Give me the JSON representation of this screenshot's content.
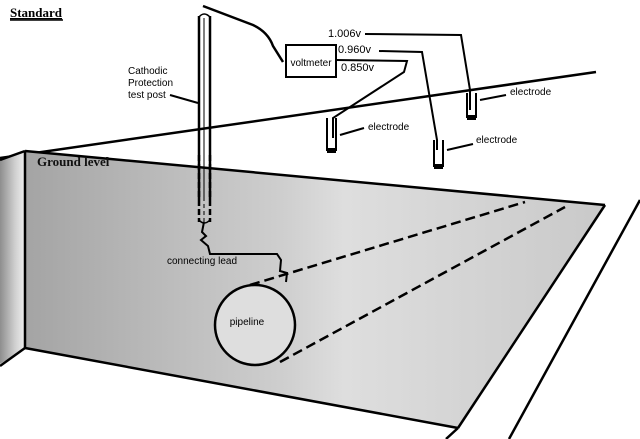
{
  "title": "Standard",
  "labels": {
    "test_post": [
      "Cathodic",
      "Protection",
      "test post"
    ],
    "voltmeter": "voltmeter",
    "ground_level": "Ground level",
    "connecting_lead": "connecting lead",
    "pipeline": "pipeline"
  },
  "readings": [
    {
      "value": "1.006v",
      "electrode": "electrode"
    },
    {
      "value": "0.960v",
      "electrode": "electrode"
    },
    {
      "value": "0.850v",
      "electrode": "electrode"
    }
  ],
  "colors": {
    "ink": "#000000",
    "soil_dark": "#a8a8a8",
    "soil_light": "#dcdcdc",
    "wall": "#c8c8c8"
  }
}
